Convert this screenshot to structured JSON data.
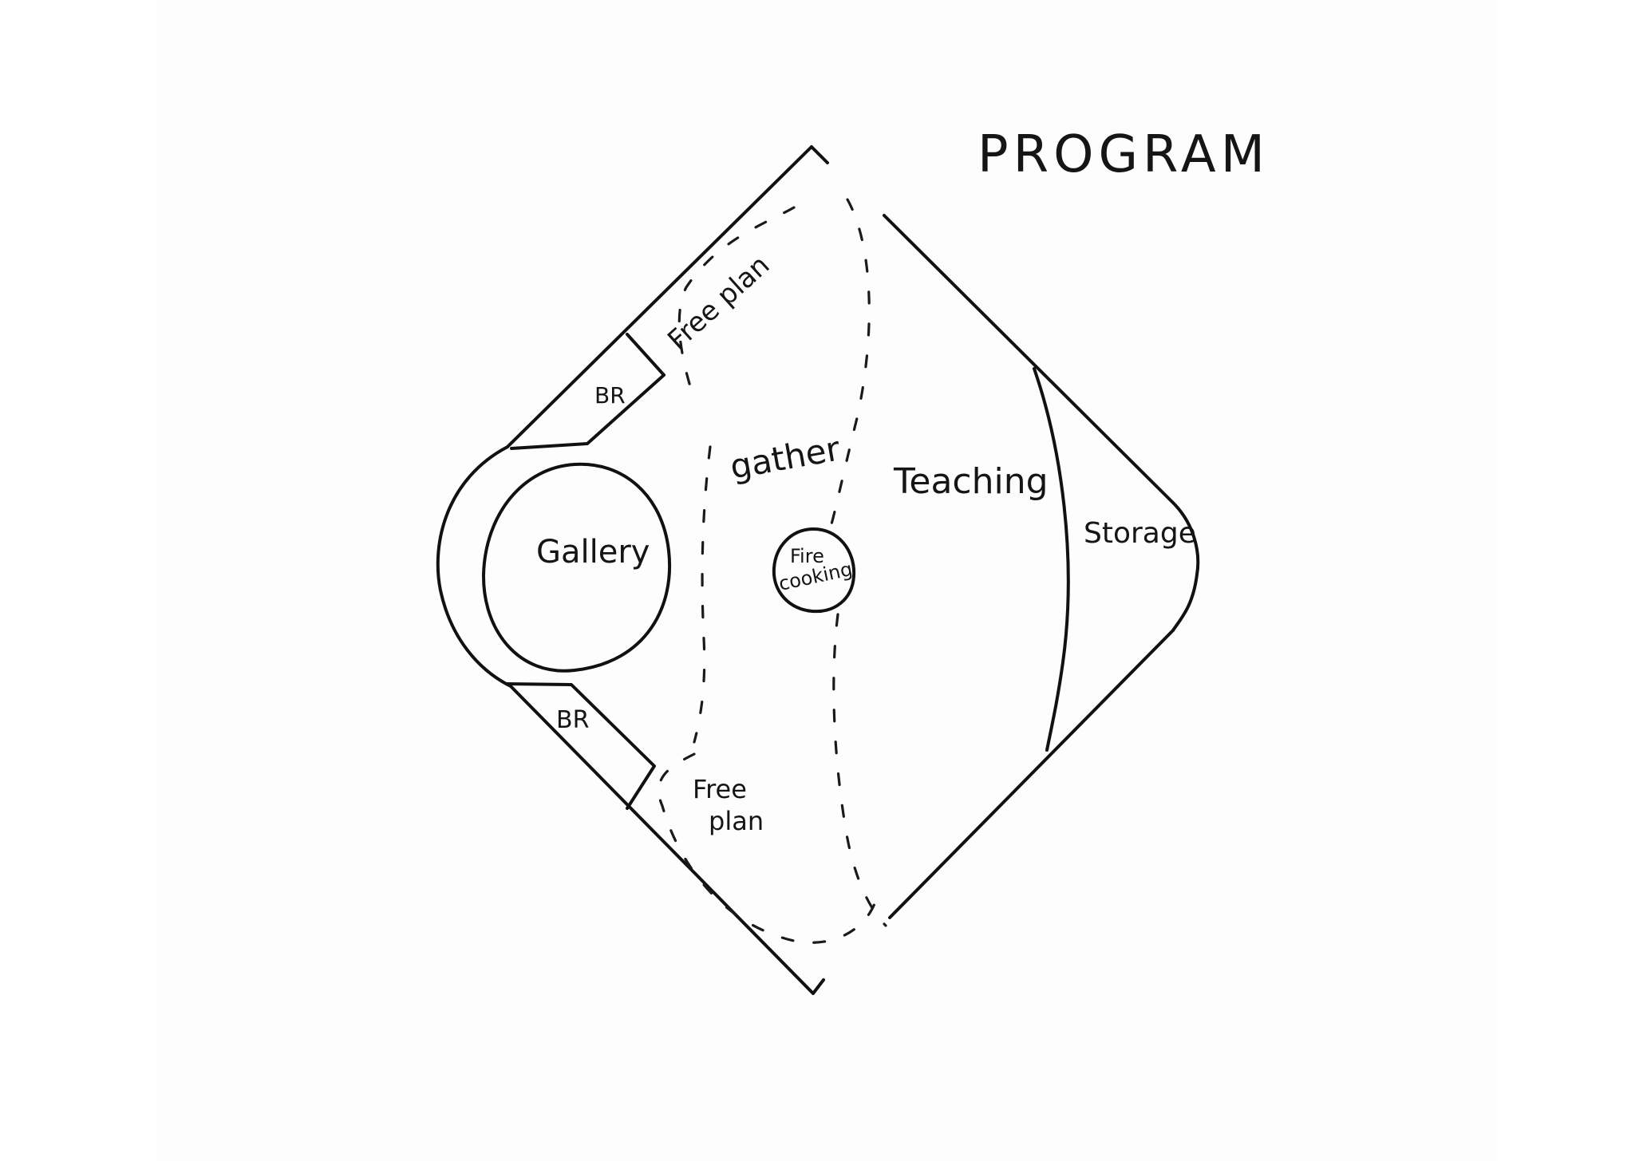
{
  "title": "PROGRAM",
  "rooms": {
    "free_plan_top": "Free plan",
    "br_top": "BR",
    "gather": "gather",
    "teaching": "Teaching",
    "gallery": "Gallery",
    "fire_cooking_line1": "Fire",
    "fire_cooking_line2": "cooking",
    "storage": "Storage",
    "br_bottom": "BR",
    "free_plan_bottom_line1": "Free",
    "free_plan_bottom_line2": "plan"
  },
  "colors": {
    "ink": "#111111",
    "paper": "#fdfdfd"
  }
}
